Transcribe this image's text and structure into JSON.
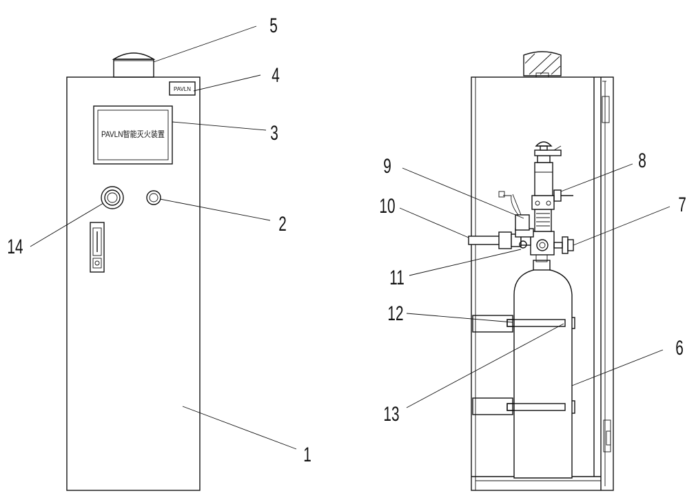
{
  "left_view": {
    "brand_tag": "PAVLN",
    "screen_text": "PAVLN智能灭火装置"
  },
  "callouts": [
    {
      "id": "1",
      "label": "1"
    },
    {
      "id": "2",
      "label": "2"
    },
    {
      "id": "3",
      "label": "3"
    },
    {
      "id": "4",
      "label": "4"
    },
    {
      "id": "5",
      "label": "5"
    },
    {
      "id": "6",
      "label": "6"
    },
    {
      "id": "7",
      "label": "7"
    },
    {
      "id": "8",
      "label": "8"
    },
    {
      "id": "9",
      "label": "9"
    },
    {
      "id": "10",
      "label": "10"
    },
    {
      "id": "11",
      "label": "11"
    },
    {
      "id": "12",
      "label": "12"
    },
    {
      "id": "13",
      "label": "13"
    },
    {
      "id": "14",
      "label": "14"
    }
  ]
}
